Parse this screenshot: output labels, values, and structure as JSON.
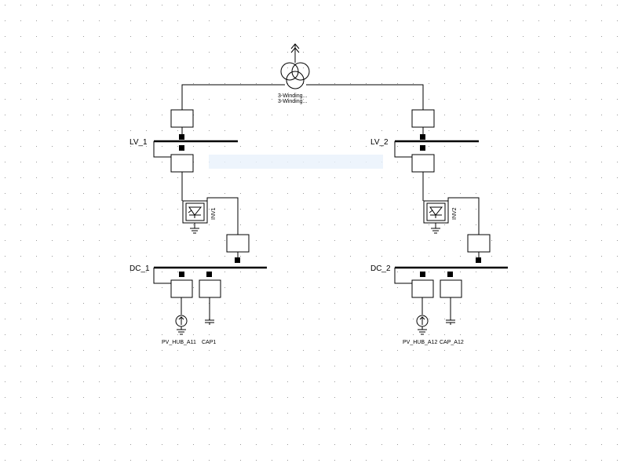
{
  "colors": {
    "background": "#ffffff",
    "grid_dot": "#9a9a9a",
    "line": "#000000",
    "selection_band": "#e9f1fb"
  },
  "transformer": {
    "label_line1": "3-Winding...",
    "label_line2": "3-Winding..."
  },
  "buses": {
    "lv1": "LV_1",
    "lv2": "LV_2",
    "dc1": "DC_1",
    "dc2": "DC_2"
  },
  "inverters": {
    "inv1": "INV1",
    "inv2": "INV2"
  },
  "sources": {
    "pv1": "PV_HUB_A11",
    "pv2": "PV_HUB_A12"
  },
  "capacitors": {
    "cap1": "CAP1",
    "cap2": "CAP_A12"
  }
}
